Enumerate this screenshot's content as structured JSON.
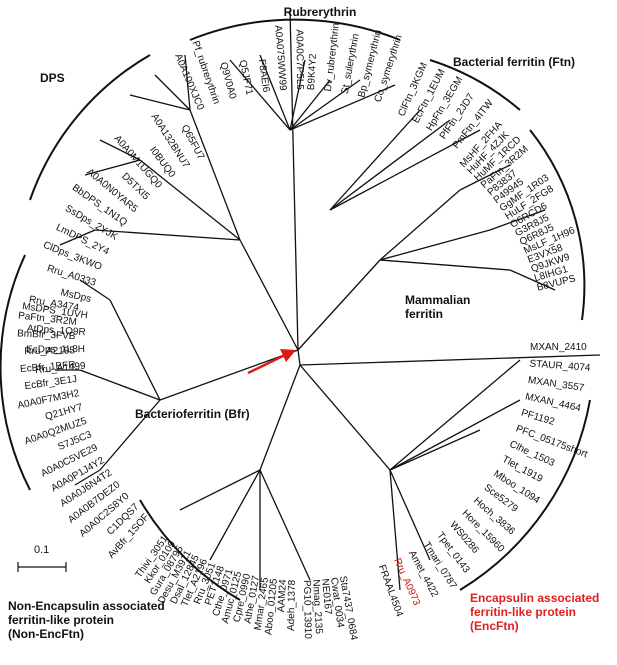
{
  "groups": {
    "rubrerythrin": "Rubrerythrin",
    "bacterial_ferritin": "Bacterial ferritin (Ftn)",
    "dps": "DPS",
    "mammalian_ferritin_line1": "Mammalian",
    "mammalian_ferritin_line2": "ferritin",
    "bacterioferritin": "Bacterioferritin (Bfr)",
    "non_encftn_line1": "Non-Encapsulin associated",
    "non_encftn_line2": "ferritin-like protein",
    "non_encftn_line3": "(Non-EncFtn)",
    "encftn_line1": "Encapsulin associated",
    "encftn_line2": "ferritin-like protein",
    "encftn_line3": "(EncFtn)"
  },
  "scale_label": "0.1",
  "colors": {
    "highlight": "#d01010",
    "arrow": "#e01818"
  },
  "leaves": {
    "dps": [
      "Q65FU7",
      "A0A132BNU7",
      "I0BUQ0",
      "A0A0M1UGQ0",
      "D5TXI5",
      "A0A0N0YAR5",
      "BbDPS_1N1Q",
      "SsDps_2YJK",
      "LmDPS_2Y4",
      "ClDps_3KWO",
      "Rru_A0333",
      "MsDps",
      "MsDPS_1UVH",
      "AtDps_1O9R",
      "EcDps_1L8H",
      "Rru_A1499"
    ],
    "rubrerythrin": [
      "A0A100XJC0",
      "Pf_rubrerythrin",
      "Q9V0A0",
      "Q5JF71",
      "F8AEI6",
      "A0A075WW99",
      "A0A0C7P5L5",
      "B9K4Y2",
      "Dv_rubrerythrin",
      "St_sulerythrin",
      "Bp_symerythrin",
      "Co_symerythrin"
    ],
    "ftn": [
      "ClFtn_3KGM",
      "EcFtn_1EUM",
      "HpFtn_3EGM",
      "PfFtn_2JD7",
      "PmFtn_4ITW"
    ],
    "mammalian": [
      "MsHF_2FHA",
      "HuHF_4ZJK",
      "HuMF_1RCD",
      "PaFtn_3R2M",
      "P83837",
      "P49945",
      "GgMF_1R03",
      "HuLF_2FG8",
      "O6RCD6",
      "G3R8J5",
      "Q6R8J5",
      "MsLF_1H96",
      "E3VX58",
      "Q9JKW9",
      "L8IHG1",
      "B8VUPS"
    ],
    "bfr": [
      "Rru_A3474",
      "PaFtn_3R2M",
      "BmBfr_3FVB",
      "Rru_A2195",
      "EcBfr_1BFR",
      "EcBfr_3E1J",
      "A0A0F7M3H2",
      "Q21HY7",
      "A0A0Q2MUZ5",
      "S7J5C3",
      "A0A0C5VE29",
      "A0A0P1J4Y2",
      "A0A0J6N4T2",
      "A0A0B7DEZ0",
      "A0A0C2S8Y0",
      "C1DQS7",
      "AvBfr_1SOF"
    ],
    "encftn": [
      "MXAN_2410",
      "STAUR_4074",
      "MXAN_3557",
      "MXAN_4464",
      "PF1192",
      "PFC_05175short",
      "Clhe_1503",
      "Tlet_1919",
      "Mboo_1094",
      "Sce5279",
      "Hoch_3836",
      "Hore_15960",
      "WS0286",
      "Tpet_0143",
      "Tmari_0787",
      "Amet_4422",
      "Rru_A0973",
      "FRAAL4504"
    ],
    "nonencftn": [
      "Thivi_3051",
      "Kkor_0109",
      "Gura_08795",
      "Desu_M3911",
      "Dsal_12845",
      "Tlet_A2196",
      "Rru_3051",
      "PET1148",
      "Cthe_0971",
      "Amuc_0125",
      "Cpre_0990",
      "Athe_0127",
      "Mmar_2465",
      "Aboo_01205",
      "AAM24",
      "Adeh_1378",
      "PG10_13910",
      "Nmag_2135",
      "NE0167",
      "Cwat_0034",
      "Sta7437_0684"
    ]
  }
}
